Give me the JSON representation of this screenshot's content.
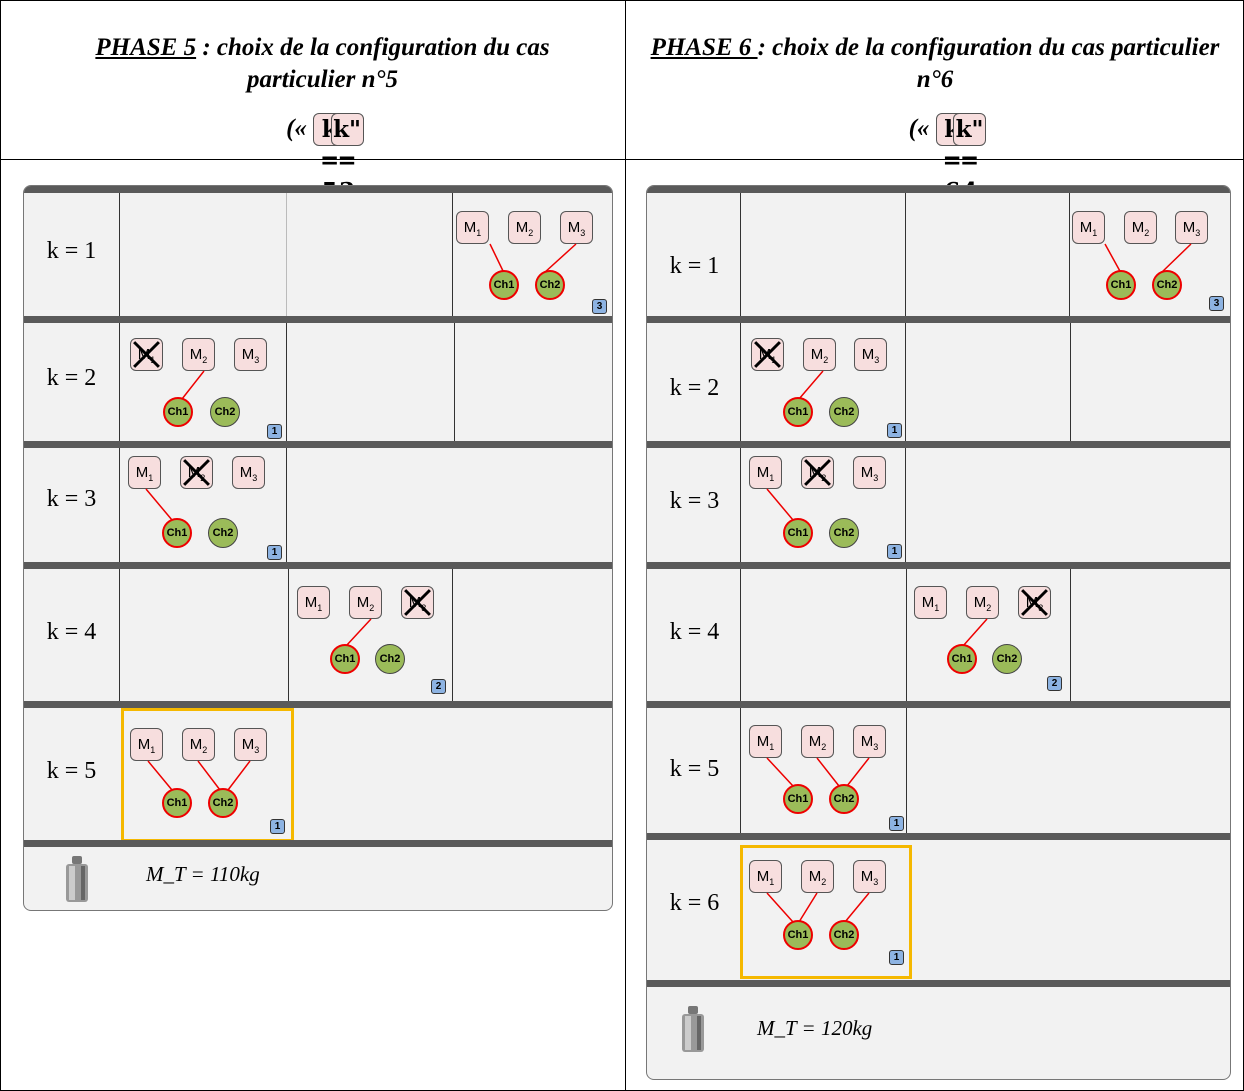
{
  "phase5": {
    "title_underlined": "PHASE 5",
    "title_rest": " : choix de la configuration du cas particulier n°5",
    "subtitle_open": "(« ",
    "subtitle_k": "k = 5 correspond",
    "subtitle_a": " à ",
    "subtitle_kpp": "k\" = 3",
    "subtitle_close": ")",
    "rows": [
      "k = 1",
      "k = 2",
      "k = 3",
      "k = 4",
      "k = 5"
    ],
    "total_mass": "M_T = 110kg"
  },
  "phase6": {
    "title_underlined": "PHASE 6 ",
    "title_rest": ": choix de la configuration du cas particulier n°6",
    "subtitle_open": "(« ",
    "subtitle_k": "k = 6 correspond",
    "subtitle_a": " à ",
    "subtitle_kpp": "k\" = 4",
    "subtitle_close": ")",
    "rows": [
      "k = 1",
      "k = 2",
      "k = 3",
      "k = 4",
      "k = 5",
      "k = 6"
    ],
    "total_mass": "M_T = 120kg"
  },
  "labels": {
    "m1": "M",
    "m2": "M",
    "m3": "M",
    "sub1": "1",
    "sub2": "2",
    "sub3": "3",
    "ch1": "Ch1",
    "ch2": "Ch2",
    "b1": "1",
    "b2": "2",
    "b3": "3"
  },
  "colors": {
    "machine_fill": "#f7dede",
    "chain_fill": "#9bbb59",
    "link_red": "#e00000",
    "badge_fill": "#8db3e2",
    "highlight": "#f5b800"
  },
  "icons": [
    "weight-icon",
    "cross-icon"
  ]
}
